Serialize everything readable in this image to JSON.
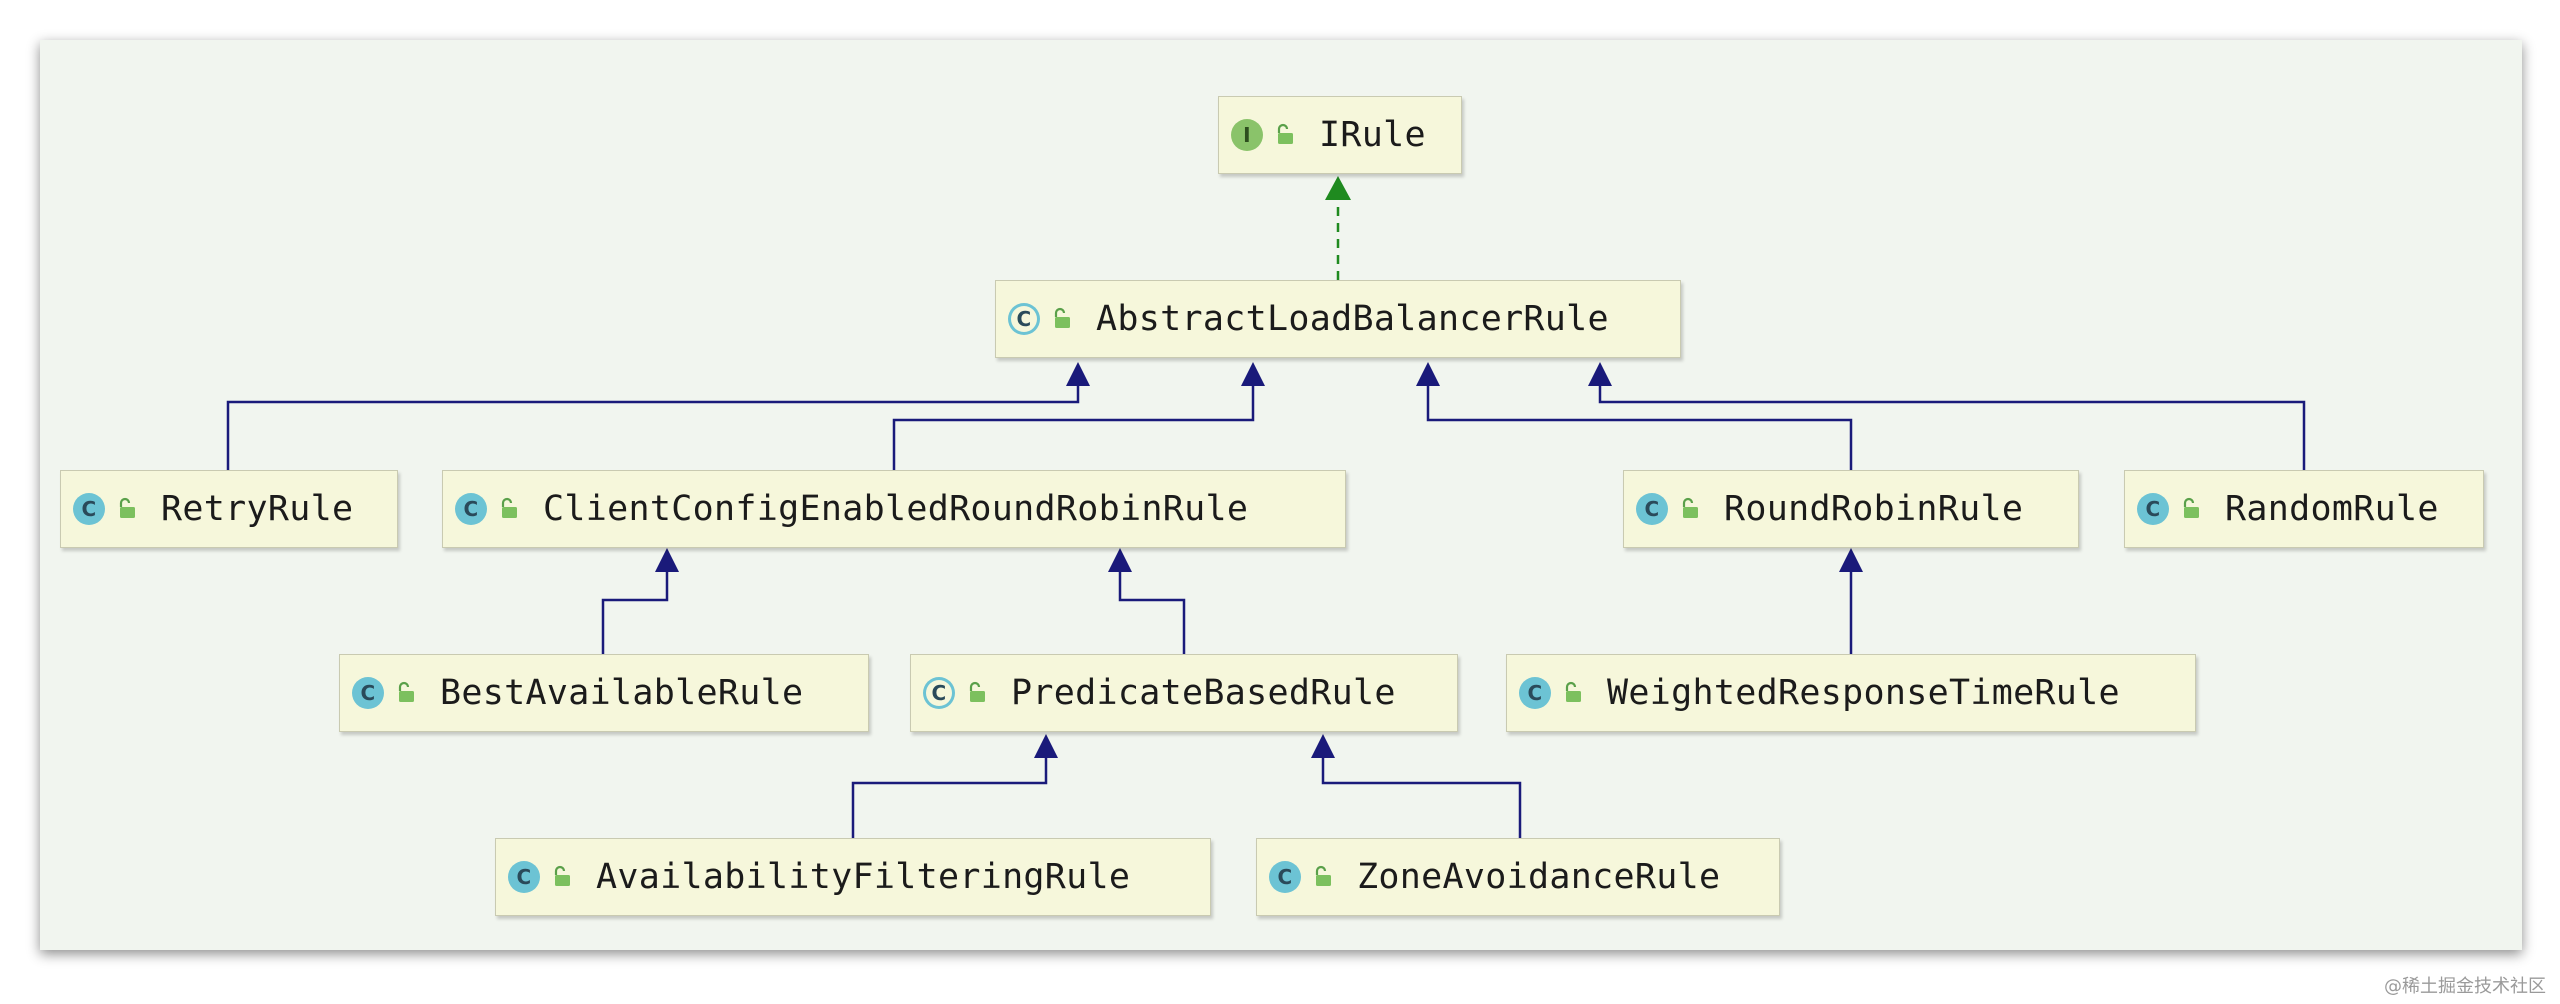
{
  "diagram": {
    "nodes": {
      "irule": {
        "kind": "interface",
        "kind_letter": "I",
        "label": "IRule"
      },
      "abstract": {
        "kind": "abstract-class",
        "kind_letter": "C",
        "label": "AbstractLoadBalancerRule"
      },
      "retry": {
        "kind": "class",
        "kind_letter": "C",
        "label": "RetryRule"
      },
      "clientconfig": {
        "kind": "class",
        "kind_letter": "C",
        "label": "ClientConfigEnabledRoundRobinRule"
      },
      "roundrobin": {
        "kind": "class",
        "kind_letter": "C",
        "label": "RoundRobinRule"
      },
      "random": {
        "kind": "class",
        "kind_letter": "C",
        "label": "RandomRule"
      },
      "bestavailable": {
        "kind": "class",
        "kind_letter": "C",
        "label": "BestAvailableRule"
      },
      "predicate": {
        "kind": "abstract-class",
        "kind_letter": "C",
        "label": "PredicateBasedRule"
      },
      "weighted": {
        "kind": "class",
        "kind_letter": "C",
        "label": "WeightedResponseTimeRule"
      },
      "availability": {
        "kind": "class",
        "kind_letter": "C",
        "label": "AvailabilityFilteringRule"
      },
      "zoneavoidance": {
        "kind": "class",
        "kind_letter": "C",
        "label": "ZoneAvoidanceRule"
      }
    },
    "edges": [
      {
        "from": "abstract",
        "to": "irule",
        "type": "implements"
      },
      {
        "from": "retry",
        "to": "abstract",
        "type": "extends"
      },
      {
        "from": "clientconfig",
        "to": "abstract",
        "type": "extends"
      },
      {
        "from": "roundrobin",
        "to": "abstract",
        "type": "extends"
      },
      {
        "from": "random",
        "to": "abstract",
        "type": "extends"
      },
      {
        "from": "bestavailable",
        "to": "clientconfig",
        "type": "extends"
      },
      {
        "from": "predicate",
        "to": "clientconfig",
        "type": "extends"
      },
      {
        "from": "weighted",
        "to": "roundrobin",
        "type": "extends"
      },
      {
        "from": "availability",
        "to": "predicate",
        "type": "extends"
      },
      {
        "from": "zoneavoidance",
        "to": "predicate",
        "type": "extends"
      }
    ],
    "colors": {
      "implements_edge": "#1f8a1f",
      "extends_edge": "#1a1a7a",
      "node_fill": "#f6f7db",
      "background": "#f1f5ef"
    }
  },
  "watermark": "@稀土掘金技术社区"
}
